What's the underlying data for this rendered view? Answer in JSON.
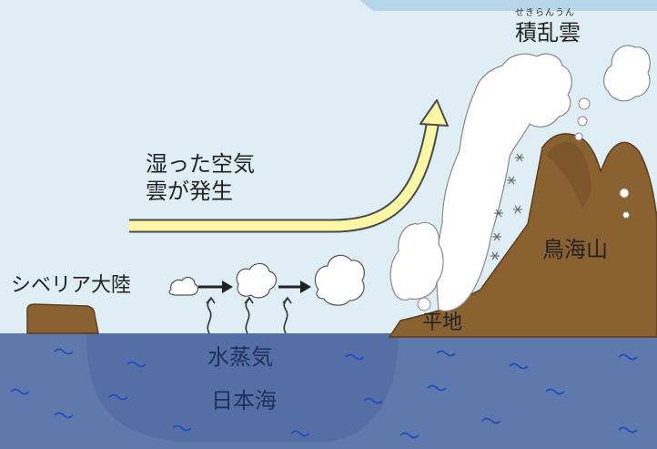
{
  "labels": {
    "cumulonimbus_reading": "せきらんうん",
    "cumulonimbus": "積乱雲",
    "humid_air_line1": "湿った空気",
    "humid_air_line2": "雲が発生",
    "siberia": "シベリア大陸",
    "mt_chokai": "鳥海山",
    "plain": "平地",
    "water_vapor": "水蒸気",
    "sea_of_japan": "日本海"
  },
  "colors": {
    "sky": "#dfeef5",
    "sea": "#5f79ad",
    "sea_deep": "#4d67a0",
    "land": "#8a6232",
    "cloud": "#ffffff",
    "arrow_fill": "#fff6a6",
    "arrow_stroke": "#555555",
    "wave": "#1a4cc0"
  },
  "icons": [
    "cloud-icon",
    "arrow-right-icon",
    "wind-arrow-icon",
    "snowflake-icon",
    "wave-icon"
  ]
}
